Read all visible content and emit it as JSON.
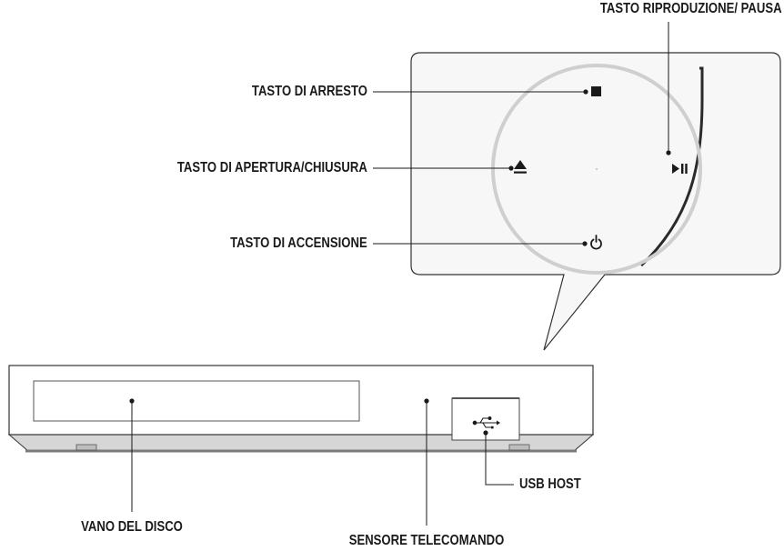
{
  "labels": {
    "play_pause_button": "TASTO RIPRODUZIONE/ PAUSA",
    "stop_button": "TASTO DI ARRESTO",
    "open_close_button": "TASTO DI APERTURA/CHIUSURA",
    "power_button": "TASTO DI ACCENSIONE",
    "disc_tray": "VANO DEL DISCO",
    "remote_sensor": "SENSORE TELECOMANDO",
    "usb_host": "USB HOST"
  },
  "icons": {
    "stop": "stop-icon",
    "eject": "eject-icon",
    "play_pause": "play-pause-icon",
    "power": "power-icon",
    "usb": "usb-icon"
  },
  "colors": {
    "line": "#1a1a1a",
    "panel_fill": "#f7f7f7",
    "circle_stroke": "#cfcfcf",
    "device_fill": "#ffffff",
    "base_fill": "#d9d9d9"
  }
}
